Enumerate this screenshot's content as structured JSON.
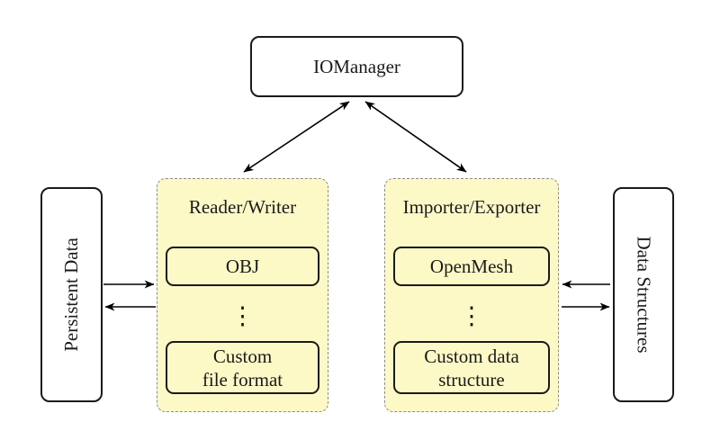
{
  "colors": {
    "background": "#ffffff",
    "group_fill": "#fdf9c7",
    "group_border": "#8a8a8a",
    "node_border": "#1a1a1a",
    "arrow": "#000000"
  },
  "nodes": {
    "iomanager": "IOManager",
    "persistent_data": "Persistent Data",
    "data_structures": "Data Structures",
    "reader_writer": {
      "title": "Reader/Writer",
      "item1": "OBJ",
      "dots": "⋮",
      "item2_line1": "Custom",
      "item2_line2": "file format"
    },
    "importer_exporter": {
      "title": "Importer/Exporter",
      "item1": "OpenMesh",
      "dots": "⋮",
      "item2_line1": "Custom data",
      "item2_line2": "structure"
    }
  },
  "connections": [
    {
      "from": "IOManager",
      "to": "Reader/Writer",
      "type": "bidirectional"
    },
    {
      "from": "IOManager",
      "to": "Importer/Exporter",
      "type": "bidirectional"
    },
    {
      "from": "Persistent Data",
      "to": "Reader/Writer",
      "type": "arrow"
    },
    {
      "from": "Reader/Writer",
      "to": "Persistent Data",
      "type": "arrow"
    },
    {
      "from": "Data Structures",
      "to": "Importer/Exporter",
      "type": "arrow"
    },
    {
      "from": "Importer/Exporter",
      "to": "Data Structures",
      "type": "arrow"
    }
  ]
}
